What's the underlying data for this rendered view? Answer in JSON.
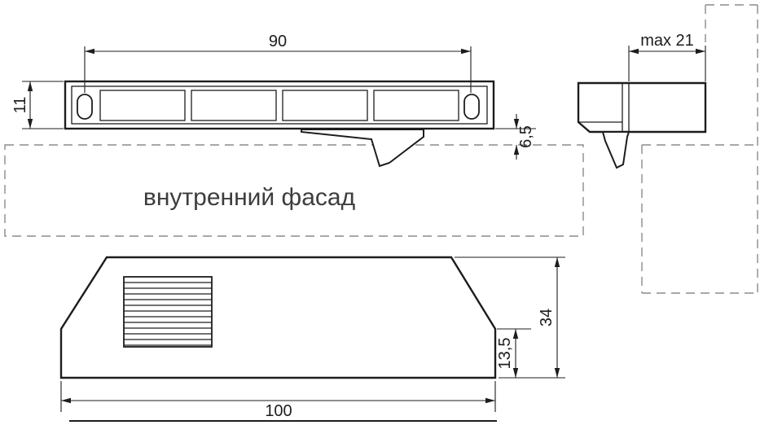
{
  "drawing": {
    "front_view": {
      "width_label": "90",
      "height_label": "11",
      "offset_label": "6,5"
    },
    "side_view": {
      "depth_label": "max 21"
    },
    "facade": {
      "label": "внутренний фасад"
    },
    "bottom_view": {
      "height_label": "34",
      "step_label": "13,5",
      "width_label": "100"
    },
    "colors": {
      "line": "#1d1d1d",
      "dashed": "#8c8c8c",
      "facade_text": "#3d3d3d",
      "background": "#ffffff"
    }
  }
}
